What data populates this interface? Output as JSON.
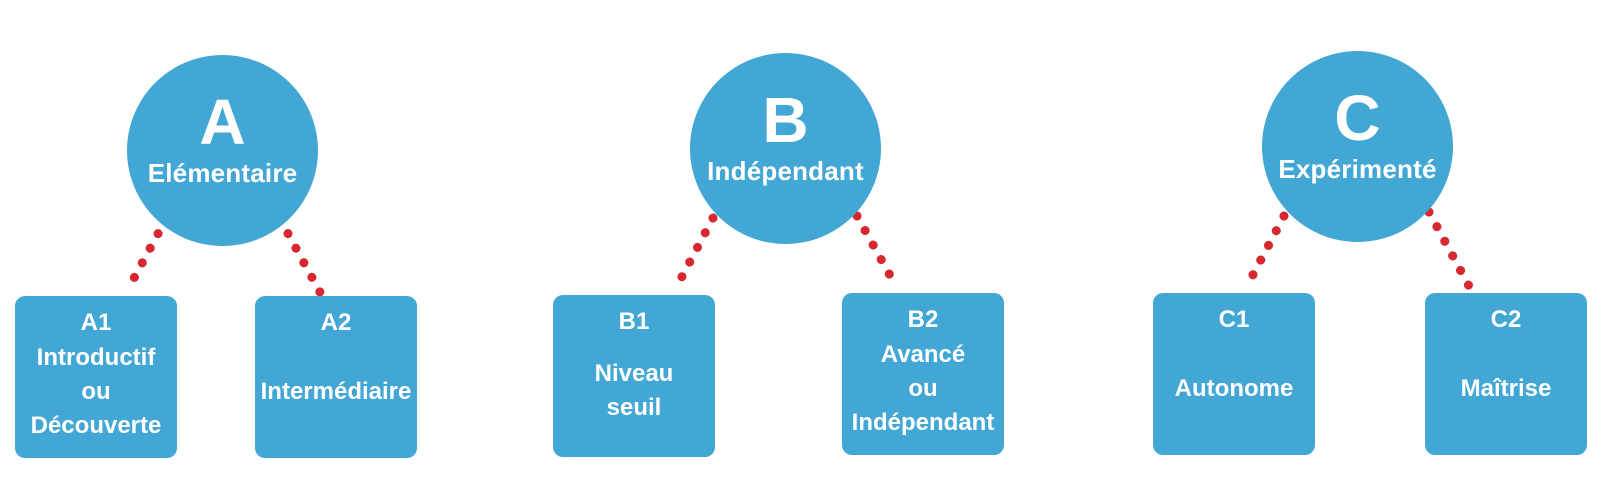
{
  "diagram": {
    "colors": {
      "node_fill": "#42a7d4",
      "connector_dot": "#d7282f",
      "text": "#ffffff"
    },
    "groups": [
      {
        "letter": "A",
        "label": "Elémentaire",
        "children": [
          {
            "code": "A1",
            "lines": [
              "Introductif",
              "ou",
              "Découverte"
            ]
          },
          {
            "code": "A2",
            "lines": [
              "Intermédiaire"
            ]
          }
        ]
      },
      {
        "letter": "B",
        "label": "Indépendant",
        "children": [
          {
            "code": "B1",
            "lines": [
              "Niveau",
              "seuil"
            ]
          },
          {
            "code": "B2",
            "lines": [
              "Avancé",
              "ou",
              "Indépendant"
            ]
          }
        ]
      },
      {
        "letter": "C",
        "label": "Expérimenté",
        "children": [
          {
            "code": "C1",
            "lines": [
              "Autonome"
            ]
          },
          {
            "code": "C2",
            "lines": [
              "Maîtrise"
            ]
          }
        ]
      }
    ]
  }
}
